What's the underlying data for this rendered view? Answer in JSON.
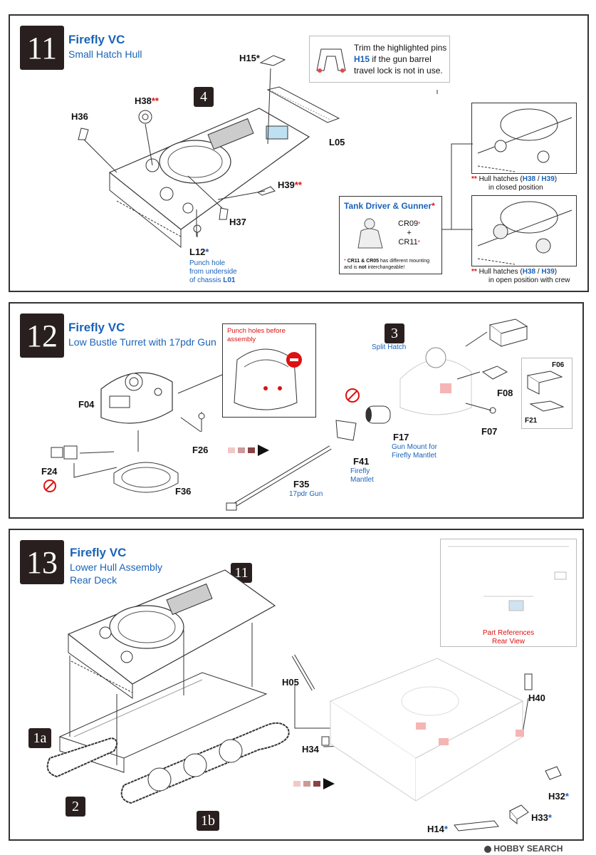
{
  "colors": {
    "blue": "#1a63b8",
    "red": "#d11111",
    "dark": "#2a1f1f"
  },
  "step11": {
    "number": "11",
    "title": "Firefly VC",
    "subtitle": "Small Hatch Hull",
    "callout": {
      "pre": "Trim the highlighted pins",
      "part": "H15",
      "post1": " if the gun barrel",
      "post2": "travel lock is not in use."
    },
    "sub_badge": "4",
    "labels": {
      "h15": "H15",
      "h38": "H38",
      "h36": "H36",
      "l05": "L05",
      "h39": "H39",
      "h37": "H37",
      "l12": "L12",
      "star1": "*",
      "star2": "**"
    },
    "l12_note": [
      "Punch hole",
      "from underside"
    ],
    "l12_note_last_pre": "of chassis ",
    "l12_note_last_part": "L01",
    "crew": {
      "title": "Tank Driver & Gunner",
      "star": "*",
      "cr09": "CR09",
      "plus": "+",
      "cr11": "CR11",
      "warn_star": "*",
      "warn_bold": "CR11 & CR05",
      "warn_rest": " has different mounting",
      "warn_line2_pre": "and is ",
      "warn_line2_bold": "not",
      "warn_line2_post": " interchangeable!"
    },
    "hatch_closed": {
      "stars": "**",
      "pre": " Hull hatches (",
      "p1": "H38",
      "sep": " / ",
      "p2": "H39",
      "close": ")",
      "line2": "in closed position"
    },
    "hatch_open": {
      "stars": "**",
      "pre": " Hull hatches (",
      "p1": "H38",
      "sep": " / ",
      "p2": "H39",
      "close": ")",
      "line2": "in open position with crew"
    }
  },
  "step12": {
    "number": "12",
    "title": "Firefly VC",
    "subtitle": "Low Bustle Turret with 17pdr Gun",
    "punch_title": "Punch holes before assembly",
    "sub_badge": "3",
    "split_hatch": "Split Hatch",
    "labels": {
      "f04": "F04",
      "f26": "F26",
      "f24": "F24",
      "f36": "F36",
      "f35": "F35",
      "f41": "F41",
      "f17": "F17",
      "f07": "F07",
      "f08": "F08",
      "f06": "F06",
      "f21": "F21"
    },
    "f35_note": "17pdr Gun",
    "f41_note": [
      "Firefly",
      "Mantlet"
    ],
    "f17_note": [
      "Gun Mount for",
      "Firefly Mantlet"
    ]
  },
  "step13": {
    "number": "13",
    "title": "Firefly VC",
    "subtitle1": "Lower Hull Assembly",
    "subtitle2": "Rear Deck",
    "badges": {
      "b11": "11",
      "b1a": "1a",
      "b2": "2",
      "b1b": "1b"
    },
    "ref_note": [
      "Part References",
      "Rear View"
    ],
    "labels": {
      "h05": "H05",
      "h34": "H34",
      "h40": "H40",
      "h32": "H32",
      "h33": "H33",
      "h14": "H14",
      "star": "*"
    }
  },
  "watermark": "HOBBY SEARCH"
}
